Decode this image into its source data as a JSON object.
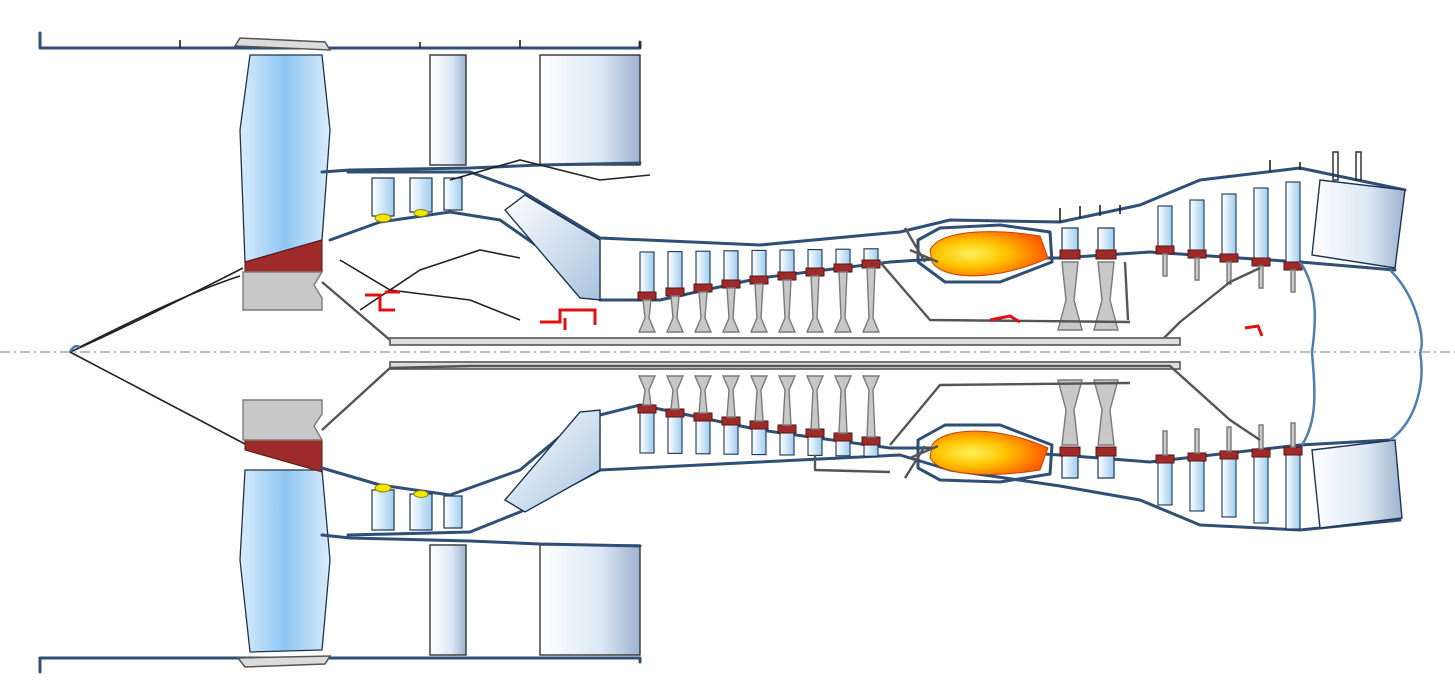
{
  "diagram": {
    "kind": "turbofan-engine-cross-section",
    "colors": {
      "casing": "#2f4f74",
      "fan_blade": "#a9d3f5",
      "stator_vane": "#c9dcf0",
      "hub_red": "#9e2a2a",
      "flame_core": "#ffd400",
      "flame_edge": "#ff6a00",
      "seal_yellow": "#f2e600",
      "bracket_red": "#e01010",
      "shaft_gray": "#c8c8c8"
    },
    "components": [
      {
        "id": "nose-cone",
        "icon": "cone-icon"
      },
      {
        "id": "fan-rotor",
        "icon": "fan-blade-icon"
      },
      {
        "id": "bypass-outlet-guide-vanes",
        "icon": "vane-icon"
      },
      {
        "id": "low-pressure-compressor",
        "icon": "compressor-icon",
        "stages": 3
      },
      {
        "id": "high-pressure-compressor",
        "icon": "compressor-icon",
        "stages": 9
      },
      {
        "id": "combustor",
        "icon": "flame-icon"
      },
      {
        "id": "high-pressure-turbine",
        "icon": "turbine-icon",
        "stages": 2
      },
      {
        "id": "low-pressure-turbine",
        "icon": "turbine-icon",
        "stages": 5
      },
      {
        "id": "exhaust-nozzle",
        "icon": "nozzle-icon"
      },
      {
        "id": "main-shaft",
        "icon": "shaft-icon"
      }
    ]
  }
}
